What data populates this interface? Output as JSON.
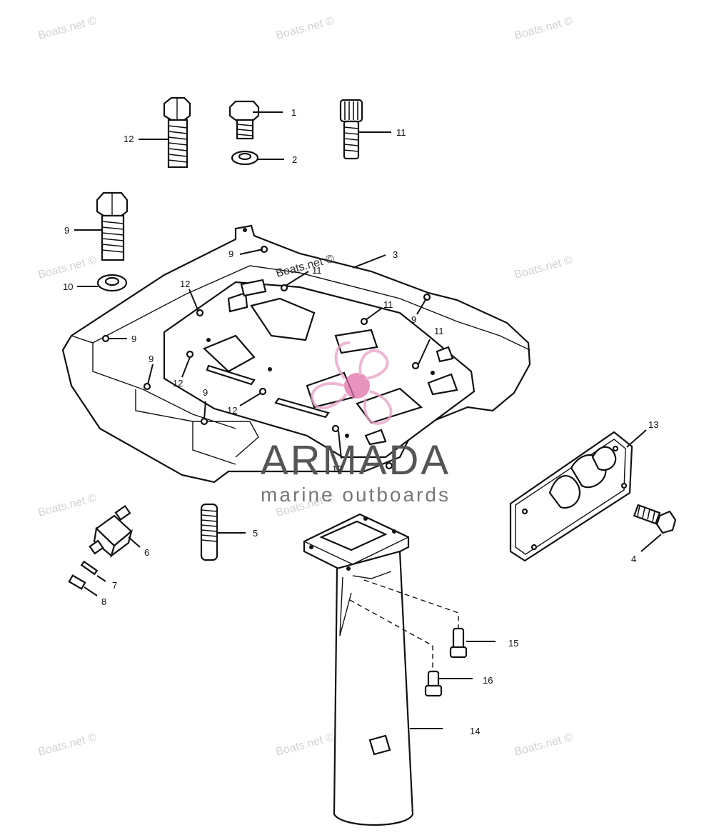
{
  "watermark": "Boats.net ©",
  "brand": {
    "name": "ARMADA",
    "tagline": "marine outboards",
    "colors": {
      "logo": "#e8a0c4",
      "logo_center": "#e070a8",
      "text": "#555555"
    }
  },
  "callouts": [
    "1",
    "2",
    "3",
    "4",
    "5",
    "6",
    "7",
    "8",
    "9",
    "10",
    "11",
    "12",
    "13",
    "14",
    "15",
    "16"
  ],
  "labels": {
    "l12_bolt": "12",
    "l1": "1",
    "l11_screw": "11",
    "l2": "2",
    "l9_bolt": "9",
    "l10": "10",
    "l3": "3",
    "l9_a": "9",
    "l11_a": "11",
    "l12_a": "12",
    "l11_b": "11",
    "l9_b": "9",
    "l9_c": "9",
    "l11_c": "11",
    "l9_d": "9",
    "l12_b": "12",
    "l9_e": "9",
    "l12_c": "12",
    "l12_d": "12",
    "l13": "13",
    "l4": "4",
    "l5": "5",
    "l6": "6",
    "l7": "7",
    "l8": "8",
    "l15": "15",
    "l16": "16",
    "l14": "14"
  }
}
